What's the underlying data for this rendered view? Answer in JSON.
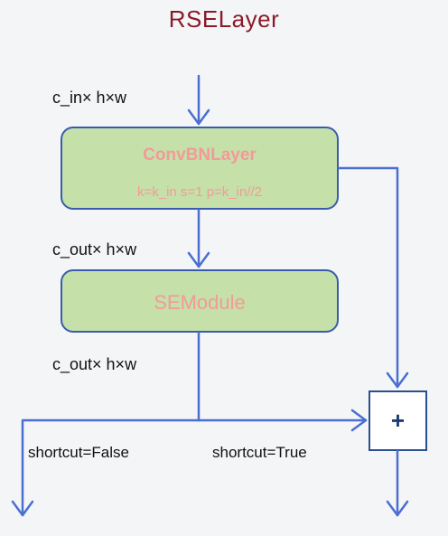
{
  "title": "RSELayer",
  "labels": {
    "input_dim": "c_in× h×w",
    "conv_out_dim": "c_out× h×w",
    "se_out_dim": "c_out× h×w"
  },
  "conv_block": {
    "name": "ConvBNLayer",
    "params": "k=k_in s=1 p=k_in//2"
  },
  "se_block": {
    "name": "SEModule"
  },
  "add_node": {
    "symbol": "+"
  },
  "branches": {
    "false_label": "shortcut=False",
    "true_label": "shortcut=True"
  },
  "colors": {
    "title": "#8b1a2a",
    "arrow": "#4a6fd1",
    "box_fill": "#c5e0a9",
    "box_border": "#3a5cad",
    "box_text": "#f39a9a",
    "plus_border": "#2a4f8f"
  }
}
